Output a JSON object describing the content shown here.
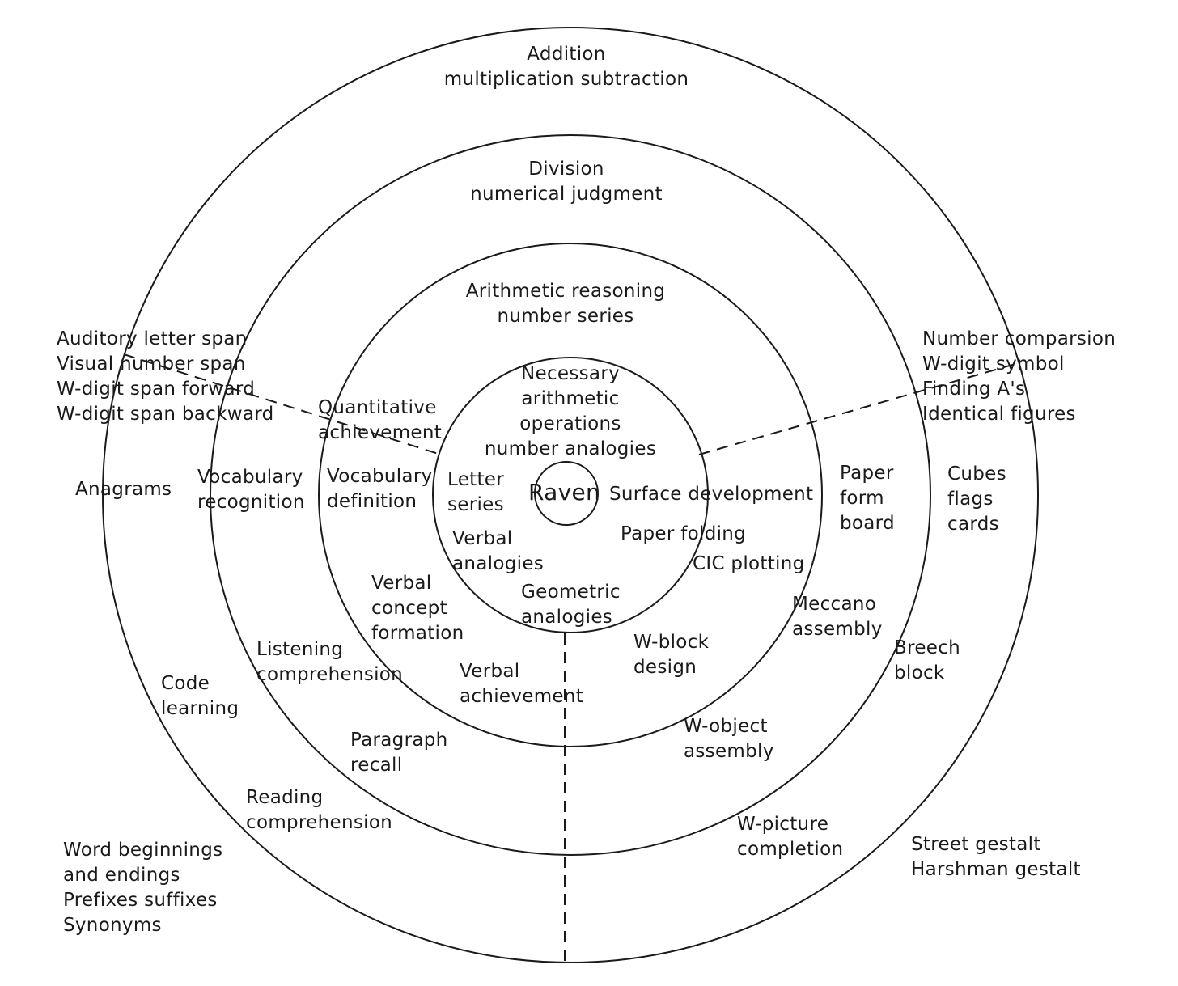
{
  "rings": {
    "outer": {
      "top": [
        "Addition",
        "multiplication subtraction"
      ],
      "left_upper": [
        "Auditory letter span",
        "Visual number span",
        "W-digit span forward",
        "W-digit span backward"
      ],
      "right_upper": [
        "Number comparsion",
        "W-digit symbol",
        "Finding A's",
        "Identical figures"
      ],
      "left_mid": [
        "Anagrams"
      ],
      "right_mid": [
        "Cubes",
        "flags",
        "cards"
      ],
      "left_lower": [
        "Code",
        "learning"
      ],
      "left_bottom": [
        "Word beginnings",
        "and endings",
        "Prefixes suffixes",
        "Synonyms"
      ],
      "right_bottom": [
        "Street gestalt",
        "Harshman gestalt"
      ],
      "right_lower": [
        "Breech",
        "block"
      ]
    },
    "second": {
      "top": [
        "Division",
        "numerical judgment"
      ],
      "vocab_recognition": [
        "Vocabulary",
        "recognition"
      ],
      "listening": [
        "Listening",
        "comprehension"
      ],
      "paragraph": [
        "Paragraph",
        "recall"
      ],
      "reading": [
        "Reading",
        "comprehension"
      ],
      "paper_form": [
        "Paper",
        "form",
        "board"
      ],
      "meccano": [
        "Meccano",
        "assembly"
      ],
      "object_assembly": [
        "W-object",
        "assembly"
      ],
      "picture_completion": [
        "W-picture",
        "completion"
      ]
    },
    "third": {
      "top": [
        "Arithmetic reasoning",
        "number series"
      ],
      "quantitative": [
        "Quantitative",
        "achievement"
      ],
      "vocab_definition": [
        "Vocabulary",
        "definition"
      ],
      "concept_formation": [
        "Verbal",
        "concept",
        "formation"
      ],
      "verbal_achievement": [
        "Verbal",
        "achievement"
      ],
      "block_design": [
        "W-block",
        "design"
      ],
      "cic": [
        "CIC plotting"
      ]
    },
    "inner": {
      "top": [
        "Necessary",
        "arithmetic",
        "operations",
        "number analogies"
      ],
      "letter_series": [
        "Letter",
        "series"
      ],
      "verbal_analogies": [
        "Verbal",
        "analogies"
      ],
      "geometric": [
        "Geometric",
        "analogies"
      ],
      "surface": [
        "Surface development"
      ],
      "paper_folding": [
        "Paper folding"
      ]
    },
    "core": "Raven"
  },
  "colors": {
    "stroke": "#1a1a1a",
    "text": "#1a1a1a",
    "background": "#ffffff"
  }
}
